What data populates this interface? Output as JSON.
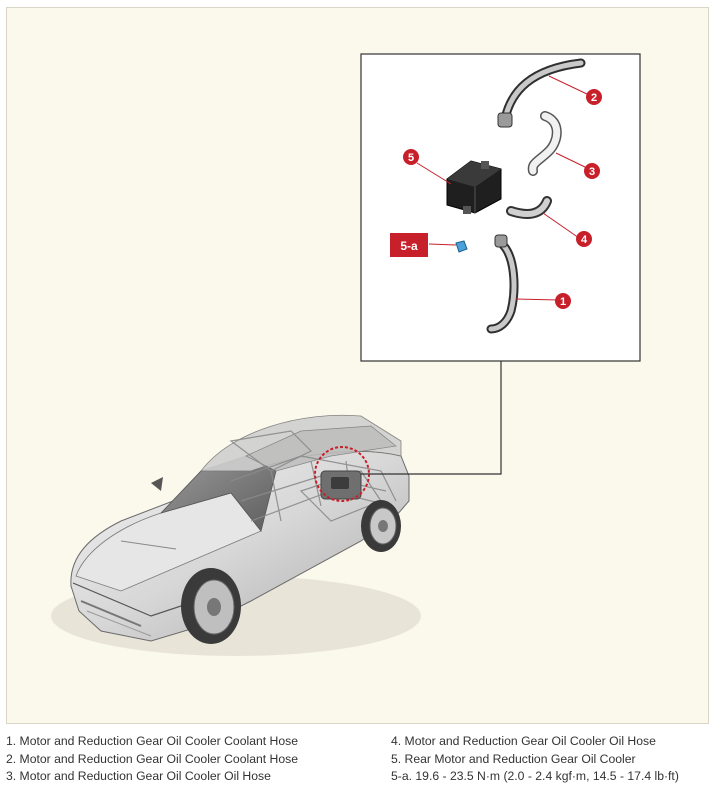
{
  "colors": {
    "callout": "#c8202a",
    "background": "#fbf8ec",
    "line": "#333333"
  },
  "callouts": {
    "c1": "1",
    "c2": "2",
    "c3": "3",
    "c4": "4",
    "c5": "5",
    "c5a": "5-a"
  },
  "legend": {
    "left": [
      "1. Motor and Reduction Gear Oil Cooler Coolant Hose",
      "2. Motor and Reduction Gear Oil Cooler Coolant Hose",
      "3. Motor and Reduction Gear Oil Cooler Oil Hose"
    ],
    "right": [
      "4. Motor and Reduction Gear Oil Cooler Oil Hose",
      "5. Rear Motor and Reduction Gear Oil Cooler",
      "5-a. 19.6 - 23.5 N·m (2.0 - 2.4 kgf·m, 14.5 - 17.4 lb·ft)"
    ]
  }
}
